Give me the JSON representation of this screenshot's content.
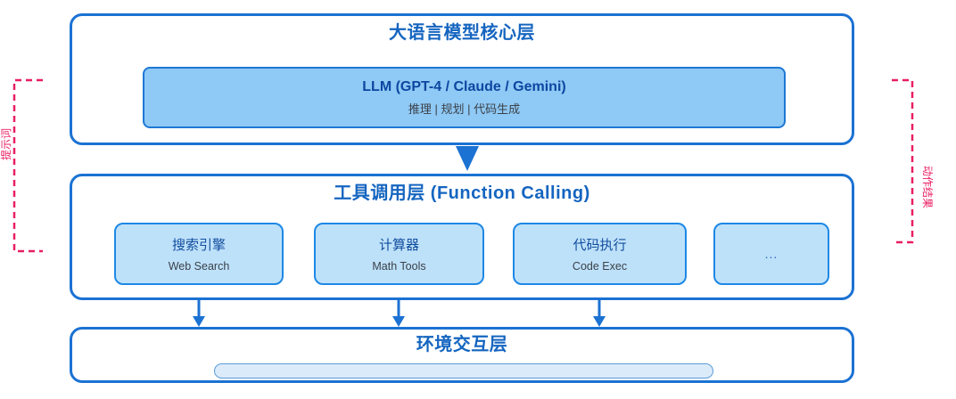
{
  "diagram_title": "LLM agent architecture layers",
  "side_labels": {
    "left": "提示词",
    "right": "动作结果"
  },
  "layers": {
    "core": {
      "title": "大语言模型核心层",
      "llm": {
        "title": "LLM (GPT-4 / Claude / Gemini)",
        "subtitle": "推理 | 规划 | 代码生成"
      }
    },
    "tools": {
      "title": "工具调用层 (Function Calling)",
      "items": [
        {
          "name": "搜索引擎",
          "subtitle": "Web Search"
        },
        {
          "name": "计算器",
          "subtitle": "Math Tools"
        },
        {
          "name": "代码执行",
          "subtitle": "Code Exec"
        },
        {
          "name": "..."
        }
      ]
    },
    "environment": {
      "title": "环境交互层"
    }
  },
  "colors": {
    "border_blue": "#1b72d3",
    "title_blue": "#1565c0",
    "dark_text_blue": "#0d47a1",
    "llm_fill": "#8fc9f5",
    "tool_fill": "#bee1fa",
    "bar_fill": "#dcebfa",
    "bar_border": "#5b9bd5",
    "accent_pink": "#e91e63"
  }
}
